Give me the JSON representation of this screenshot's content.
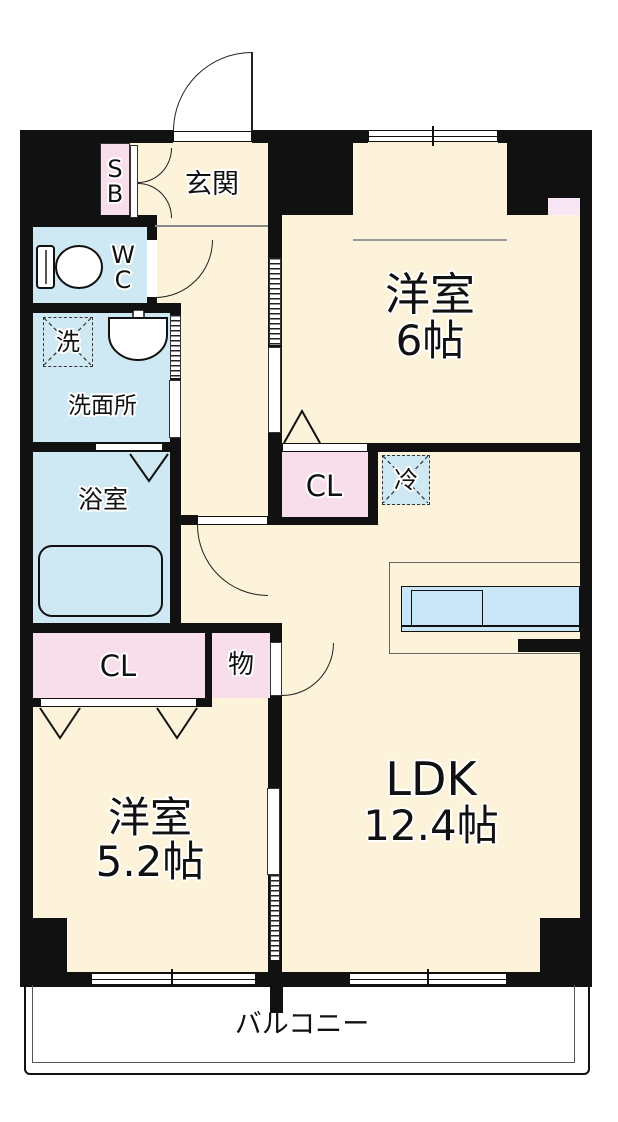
{
  "colors": {
    "wall": "#111111",
    "floor": "#fdf2da",
    "wet_room": "#cfe9f4",
    "closet": "#f8ddeb",
    "pipe_space": "#f7e6f3",
    "kitchen_counter": "#c9e6f6"
  },
  "rooms": {
    "genkan": {
      "label": "玄関"
    },
    "shoe_box": {
      "line1": "S",
      "line2": "B"
    },
    "wc": {
      "line1": "W",
      "line2": "C"
    },
    "laundry": {
      "label": "洗"
    },
    "washroom": {
      "label": "洗面所"
    },
    "bathroom": {
      "label": "浴室"
    },
    "western_room_6": {
      "name": "洋室",
      "size": "6帖"
    },
    "closet_upper": {
      "label": "CL"
    },
    "refrigerator": {
      "label": "冷"
    },
    "ldk": {
      "name": "LDK",
      "size": "12.4帖"
    },
    "closet_lower": {
      "label": "CL"
    },
    "storage": {
      "label": "物"
    },
    "western_room_5": {
      "name": "洋室",
      "size": "5.2帖"
    },
    "balcony": {
      "label": "バルコニー"
    }
  }
}
